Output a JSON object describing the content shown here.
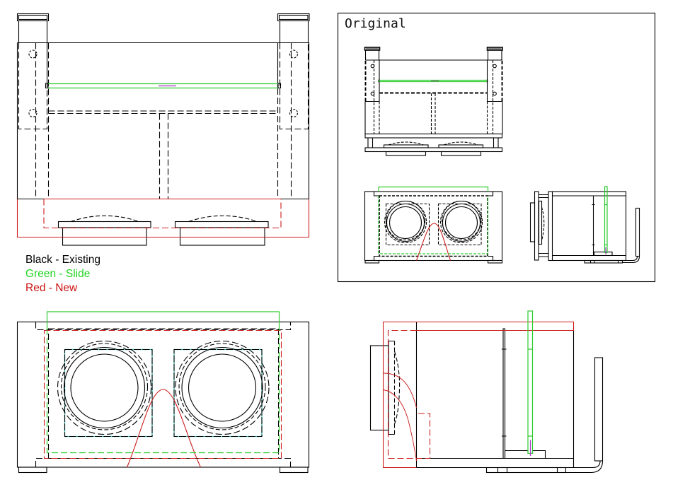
{
  "legend": {
    "items": [
      {
        "label": "Black - Existing",
        "color": "#000000"
      },
      {
        "label": "Green - Slide",
        "color": "#22d422"
      },
      {
        "label": "Red - New",
        "color": "#cc1111"
      }
    ]
  },
  "original_panel": {
    "label": "Original"
  },
  "colors": {
    "existing": "#000000",
    "slide": "#2ecc2e",
    "new": "#cc1b1b",
    "marker": "#aa33cc",
    "muted_marker": "#888888",
    "centerline": "#44cccc",
    "background": "#ffffff"
  }
}
